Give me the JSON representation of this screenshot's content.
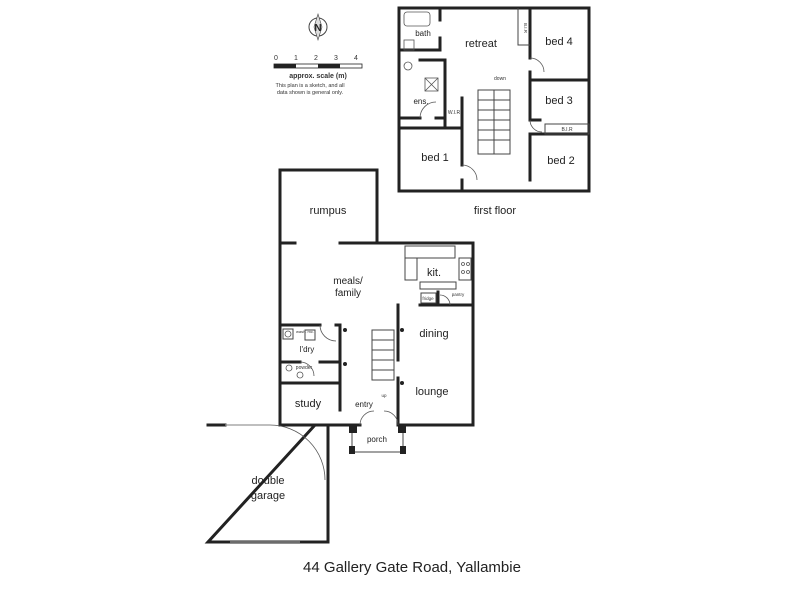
{
  "compass": {
    "north_label": "N"
  },
  "scale": {
    "ticks": [
      "0",
      "1",
      "2",
      "3",
      "4"
    ],
    "label": "approx. scale (m)",
    "note_line1": "This plan is a sketch, and all",
    "note_line2": "data shown is general only."
  },
  "first_floor": {
    "title": "first floor",
    "rooms": {
      "bath": "bath",
      "retreat": "retreat",
      "bed4": "bed 4",
      "bed3": "bed 3",
      "bed2": "bed 2",
      "bed1": "bed 1",
      "ens": "ens.",
      "wir": "W.I.R",
      "bir_side": "B.I.R",
      "bir": "B.I.R",
      "down": "down"
    }
  },
  "ground_floor": {
    "rooms": {
      "rumpus": "rumpus",
      "meals1": "meals/",
      "meals2": "family",
      "kit": "kit.",
      "fridge": "fridge",
      "pantry": "pantry",
      "dining": "dining",
      "lounge": "lounge",
      "ldry": "l'dry",
      "wash": "wash. mc.",
      "powder": "powder",
      "study": "study",
      "entry": "entry",
      "porch": "porch",
      "up": "up",
      "garage1": "double",
      "garage2": "garage"
    }
  },
  "address": "44 Gallery Gate Road, Yallambie"
}
